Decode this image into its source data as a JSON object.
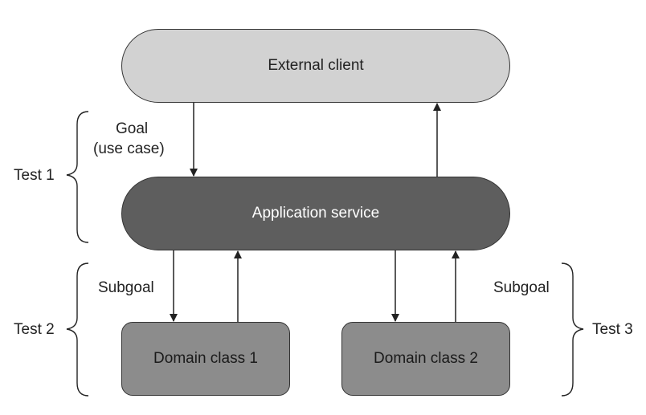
{
  "nodes": {
    "external_client": "External client",
    "application_service": "Application service",
    "domain_class_1": "Domain class 1",
    "domain_class_2": "Domain class 2"
  },
  "labels": {
    "goal_line1": "Goal",
    "goal_line2": "(use case)",
    "subgoal_left": "Subgoal",
    "subgoal_right": "Subgoal"
  },
  "tests": {
    "test1": "Test 1",
    "test2": "Test 2",
    "test3": "Test 3"
  },
  "colors": {
    "external_client_fill": "#d2d2d2",
    "application_service_fill": "#5e5e5e",
    "domain_class_fill": "#8c8c8c"
  }
}
